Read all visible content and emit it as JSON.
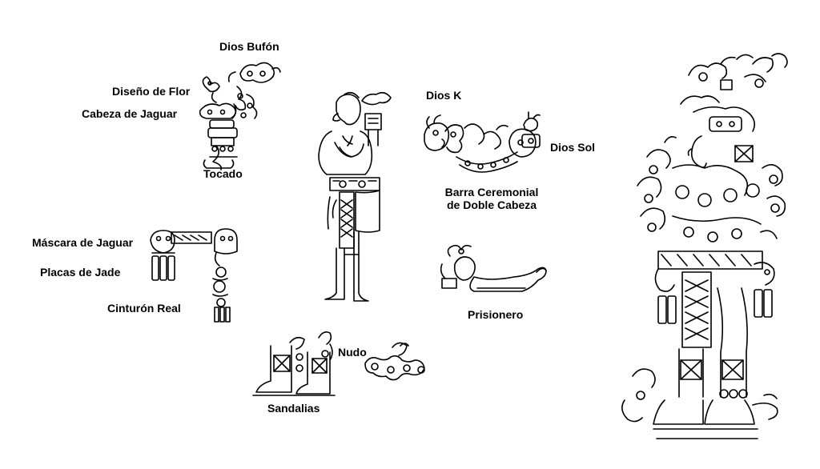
{
  "labels": {
    "dios_bufon": "Dios Bufón",
    "diseno_de_flor": "Diseño de Flor",
    "cabeza_de_jaguar": "Cabeza de Jaguar",
    "tocado": "Tocado",
    "dios_k": "Dios K",
    "dios_sol": "Dios Sol",
    "barra_ceremonial_line1": "Barra Ceremonial",
    "barra_ceremonial_line2": "de Doble Cabeza",
    "mascara_de_jaguar": "Máscara de Jaguar",
    "placas_de_jade": "Placas de Jade",
    "cinturon_real": "Cinturón Real",
    "prisionero": "Prisionero",
    "nudo": "Nudo",
    "sandalias": "Sandalias"
  },
  "figures": [
    "headdress",
    "standing-figure",
    "ceremonial-bar",
    "royal-belt",
    "prisoner",
    "sandals",
    "knot",
    "full-ruler"
  ]
}
